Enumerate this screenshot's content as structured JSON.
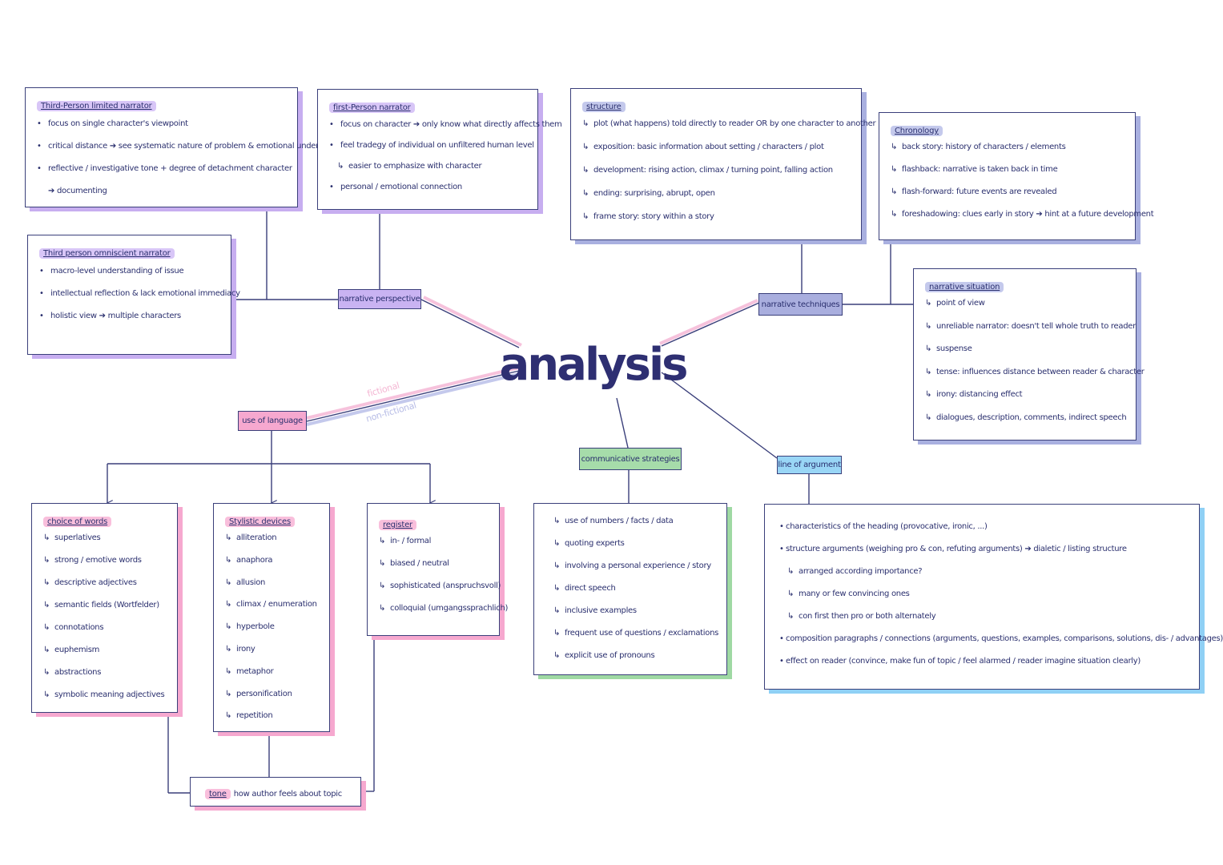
{
  "center": {
    "title": "analysis"
  },
  "branches": {
    "narrative_perspective": "narrative perspective",
    "narrative_techniques": "narrative techniques",
    "use_of_language": "use of language",
    "communicative_strategies": "communicative strategies",
    "line_of_argument": "line of argument"
  },
  "edge_labels": {
    "fictional": "fictional",
    "non_fictional": "non-fictional"
  },
  "boxes": {
    "third_limited": {
      "title": "Third-Person limited narrator",
      "items": [
        "focus on single character's viewpoint",
        "critical distance ➔ see systematic nature of problem & emotional undertone",
        "reflective / investigative tone + degree of detachment character",
        "➔ documenting"
      ]
    },
    "first_person": {
      "title": "first-Person narrator",
      "items": [
        "focus on character ➔ only know what directly affects them",
        "feel tradegy of individual on unfiltered human level",
        "easier to emphasize with character",
        "personal / emotional connection"
      ]
    },
    "third_omniscient": {
      "title": "Third person omniscient narrator",
      "items": [
        "macro-level understanding of issue",
        "intellectual reflection & lack emotional immediacy",
        "holistic view ➔ multiple characters"
      ]
    },
    "structure": {
      "title": "structure",
      "items": [
        "plot (what happens) told directly to reader OR by one character to another",
        "exposition: basic information about setting / characters / plot",
        "development: rising action, climax / turning point, falling action",
        "ending: surprising, abrupt, open",
        "frame story: story within a story"
      ]
    },
    "chronology": {
      "title": "Chronology",
      "items": [
        "back story: history of characters / elements",
        "flashback: narrative is taken back in time",
        "flash-forward: future events are revealed",
        "foreshadowing: clues early in story ➔ hint at a future development"
      ]
    },
    "narrative_situation": {
      "title": "narrative situation",
      "items": [
        "point of view",
        "unreliable narrator: doesn't tell whole truth to reader",
        "suspense",
        "tense: influences distance between reader & character",
        "irony: distancing effect",
        "dialogues, description, comments, indirect speech"
      ]
    },
    "choice_of_words": {
      "title": "choice of words",
      "items": [
        "superlatives",
        "strong / emotive words",
        "descriptive adjectives",
        "semantic fields (Wortfelder)",
        "connotations",
        "euphemism",
        "abstractions",
        "symbolic meaning adjectives"
      ]
    },
    "stylistic_devices": {
      "title": "Stylistic devices",
      "items": [
        "alliteration",
        "anaphora",
        "allusion",
        "climax / enumeration",
        "hyperbole",
        "irony",
        "metaphor",
        "personification",
        "repetition"
      ]
    },
    "register": {
      "title": "register",
      "items": [
        "in- / formal",
        "biased / neutral",
        "sophisticated (anspruchsvoll)",
        "colloquial (umgangssprachlich)"
      ]
    },
    "tone": {
      "title": "tone",
      "text": "how author feels about topic"
    },
    "communicative": {
      "items": [
        "use of numbers / facts / data",
        "quoting experts",
        "involving a personal experience / story",
        "direct speech",
        "inclusive examples",
        "frequent use of questions / exclamations",
        "explicit use of pronouns"
      ]
    },
    "argument": {
      "items": [
        "characteristics of the heading (provocative, ironic, ...)",
        "structure arguments (weighing pro & con, refuting arguments) ➔ dialetic / listing structure",
        "arranged according importance?",
        "many or few convincing ones",
        "con first then pro or both alternately",
        "composition paragraphs / connections (arguments, questions, examples, comparisons, solutions, dis- / advantages)",
        "effect on reader (convince, make fun of topic / feel alarmed / reader imagine situation clearly)"
      ]
    }
  },
  "colors": {
    "ink": "#2a2f6e",
    "purple": "#c7aef0",
    "pink": "#f6a8cf",
    "green": "#9fd9a3",
    "blue": "#8fd0f5",
    "slate": "#a9b0e0"
  }
}
